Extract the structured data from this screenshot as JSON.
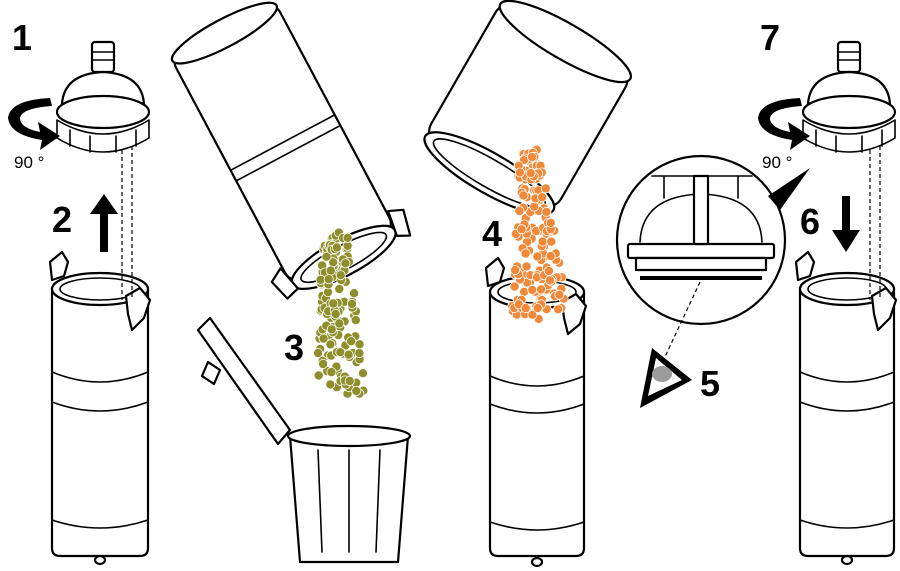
{
  "steps": {
    "s1": "1",
    "s2": "2",
    "s3": "3",
    "s4": "4",
    "s5": "5",
    "s6": "6",
    "s7": "7"
  },
  "rotation_left": "90 °",
  "rotation_right": "90 °",
  "colors": {
    "used_beads": "#8f8e2c",
    "new_beads": "#f08a3a",
    "outline": "#000000"
  },
  "icons": [
    "rotate-arrow-icon",
    "up-arrow-icon",
    "down-arrow-icon",
    "eye-icon",
    "trash-bin-icon"
  ]
}
